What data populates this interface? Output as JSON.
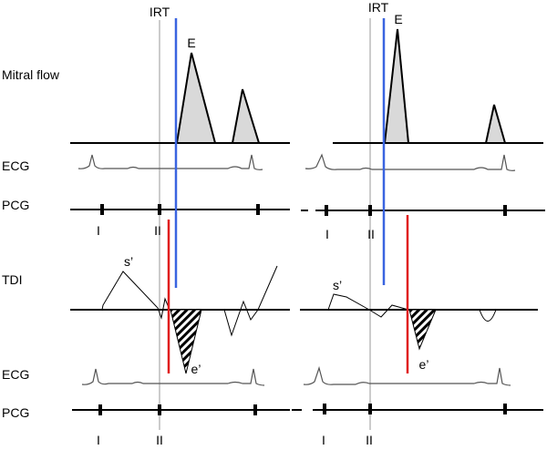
{
  "row_labels": {
    "mitral_flow": "Mitral flow",
    "ecg_top": "ECG",
    "pcg_top": "PCG",
    "tdi": "TDI",
    "ecg_bottom": "ECG",
    "pcg_bottom": "PCG"
  },
  "panels": [
    {
      "irt_label": "IRT",
      "e_wave_label": "E",
      "s_prime_label": "s’",
      "e_prime_label": "e’",
      "heart_sound_1": "I",
      "heart_sound_2": "II",
      "heart_sound_1_bottom": "I",
      "heart_sound_2_bottom": "II"
    },
    {
      "irt_label": "IRT",
      "e_wave_label": "E",
      "s_prime_label": "s’",
      "e_prime_label": "e’",
      "heart_sound_1": "I",
      "heart_sound_2": "II",
      "heart_sound_1_bottom": "I",
      "heart_sound_2_bottom": "II"
    }
  ],
  "colors": {
    "irt_line": "#3a64e0",
    "e_prime_line": "#e01e1e",
    "wave_fill": "#d9d9d9",
    "ecg_trace": "#555555",
    "reference_line": "#9a9a9a"
  }
}
